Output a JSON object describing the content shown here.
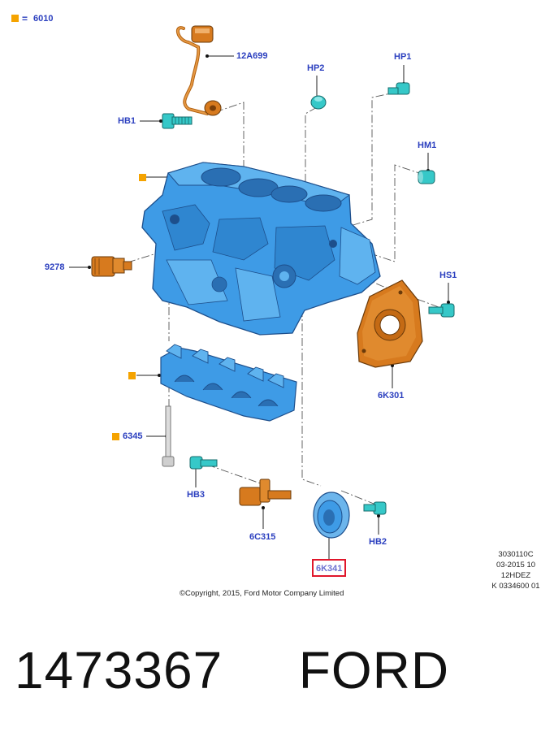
{
  "legend": {
    "symbol_color": "#f5a300",
    "equals": "=",
    "code": "6010"
  },
  "callouts": {
    "c12A699": "12A699",
    "hp2": "HP2",
    "hp1": "HP1",
    "hb1": "HB1",
    "hm1": "HM1",
    "c9278": "9278",
    "hs1": "HS1",
    "c6K301": "6K301",
    "c6345": "6345",
    "hb3": "HB3",
    "hb2": "HB2",
    "c6C315": "6C315",
    "c6K341": "6K341"
  },
  "reference": {
    "line1": "3030110C",
    "line2": "03-2015 10",
    "line3": "12HDEZ",
    "line4": "K 0334600 01"
  },
  "copyright": "©Copyright, 2015, Ford Motor Company Limited",
  "footer": {
    "part_number": "1473367",
    "brand": "FORD"
  },
  "colors": {
    "block_blue": "#3e9be6",
    "bolt_cyan": "#36c8c8",
    "part_orange": "#d77a1e",
    "callout_blue": "#2b3fbf",
    "highlight_red": "#e0162b"
  }
}
